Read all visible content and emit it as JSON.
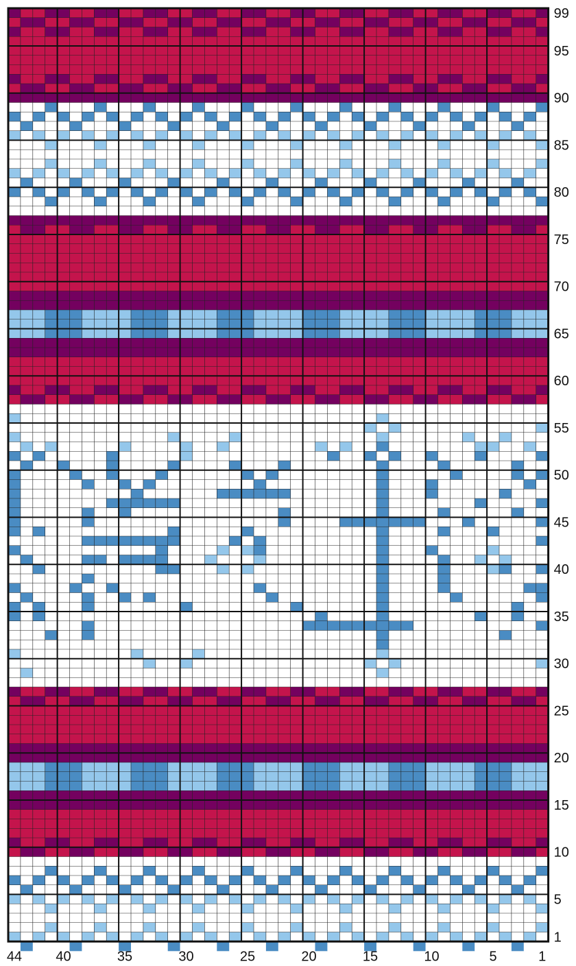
{
  "chart_data": {
    "type": "heatmap",
    "columns": 44,
    "rows": 99,
    "column_numbering": "right-to-left",
    "row_numbering": "bottom-to-top",
    "column_tick_labels": [
      "44",
      "40",
      "35",
      "30",
      "25",
      "20",
      "15",
      "10",
      "5",
      "1"
    ],
    "row_tick_labels": [
      "99",
      "95",
      "90",
      "85",
      "80",
      "75",
      "70",
      "65",
      "60",
      "55",
      "50",
      "45",
      "40",
      "35",
      "30",
      "25",
      "20",
      "15",
      "10",
      "5",
      "1"
    ],
    "thick_line_every": 5,
    "thick_line_anchor": "rows and columns counted from 1",
    "palette": {
      "R": "#c4144c",
      "P": "#74015f",
      "B": "#4a8cc3",
      "L": "#94c7eb",
      "W": "#ffffff"
    },
    "color_names": {
      "R": "raspberry",
      "P": "plum",
      "B": "medium blue",
      "L": "light blue",
      "W": "white"
    },
    "grid_rows_top_to_bottom": [
      "PRRPPRRPPRRPPRRPPRRPPRRPPRRPPRRPPRRPPRRPPRRP",
      "RPPRRPPRRPPRRPPRRPPRRPPRRPPRRPPRRPPRRPPRRPPR",
      "PRRPPRRPPRRPPRRPPRRPPRRPPRRPPRRPPRRPPRRPPRRP",
      "RRRRRRRRRRRRRRRRRRRRRRRRRRRRRRRRRRRRRRRRRRRR",
      "RRRRRRRRRRRRRRRRRRRRRRRRRRRRRRRRRRRRRRRRRRRR",
      "RRRRRRRRRRRRRRRRRRRRRRRRRRRRRRRRRRRRRRRRRRRR",
      "RRRRRRRRRRRRRRRRRRRRRRRRRRRRRRRRRRRRRRRRRRRR",
      "PRRPPRRPPRRPPRRPPRRPPRRPPRRPPRRPPRRPPRRPPRRP",
      "RPPRRPPRRPPRRPPRRPPRRPPRRPPRRPPRRPPRRPPRRPPR",
      "PPPPPPPPPPPPPPPPPPPPPPPPPPPPPPPPPPPPPPPPPPPP",
      "WWWBWWWBWWWBWWWBWWWBWWWBWWWBWWWBWWWBWWWBWWWB",
      "BWBWBWBWBWBWBWBWBWBWBWBWBWBWBWBWBWBWBWBWBWBW",
      "WBWWWBWWWBWWWBWWWBWWWBWWWBWWWBWWWBWWWBWWWBWW",
      "LWLWLWLWLWLWLWLWLWLWLWLWLWLWLWLWLWLWLWLWLWLW",
      "WWWLWWWLWWWLWWWLWWWLWWWLWWWLWWWLWWWLWWWLWWWL",
      "WWWWWWWWWWWWWWWWWWWWWWWWWWWWWWWWWWWWWWWWWWWW",
      "WWWLWWWLWWWLWWWLWWWLWWWLWWWLWWWLWWWLWWWLWWWL",
      "LWLWLWLWLWLWLWLWLWLWLWLWLWLWLWLWLWLWLWLWLWLW",
      "WBWWWBWWWBWWWBWWWBWWWBWWWBWWWBWWWBWWWBWWWBWW",
      "BWBWBWBWBWBWBWBWBWBWBWBWBWBWBWBWBWBWBWBWBWBW",
      "WWWBWWWBWWWBWWWBWWWBWWWBWWWBWWWBWWWBWWWBWWWB",
      "WWWWWWWWWWWWWWWWWWWWWWWWWWWWWWWWWWWWWWWWWWWW",
      "PPPPPPPPPPPPPPPPPPPPPPPPPPPPPPPPPPPPPPPPPPPP",
      "RPPRRPPRRPPRRPPRRPPRRPPRRPPRRPPRRPPRRPPRRPPR",
      "RRRRRRRRRRRRRRRRRRRRRRRRRRRRRRRRRRRRRRRRRRRR",
      "RRRRRRRRRRRRRRRRRRRRRRRRRRRRRRRRRRRRRRRRRRRR",
      "RRRRRRRRRRRRRRRRRRRRRRRRRRRRRRRRRRRRRRRRRRRR",
      "RRRRRRRRRRRRRRRRRRRRRRRRRRRRRRRRRRRRRRRRRRRR",
      "RRRRRRRRRRRRRRRRRRRRRRRRRRRRRRRRRRRRRRRRRRRR",
      "RRRRRRRRRRRRRRRRRRRRRRRRRRRRRRRRRRRRRRRRRRRR",
      "PPPPPPPPPPPPPPPPPPPPPPPPPPPPPPPPPPPPPPPPPPPP",
      "PPPPPPPPPPPPPPPPPPPPPPPPPPPPPPPPPPPPPPPPPPPP",
      "LLLBBBLLLLBBBLLLLBBBLLLLBBBLLLLBBBLLLLBBBLLL",
      "LLLBBBLLLLBBBLLLLBBBLLLLBBBLLLLBBBLLLLBBBLLL",
      "LLLBBBLLLLBBBLLLLBBBLLLLBBBLLLLBBBLLLLBBBLLL",
      "PPPPPPPPPPPPPPPPPPPPPPPPPPPPPPPPPPPPPPPPPPPP",
      "PPPPPPPPPPPPPPPPPPPPPPPPPPPPPPPPPPPPPPPPPPPP",
      "RRRRRRRRRRRRRRRRRRRRRRRRRRRRRRRRRRRRRRRRRRRR",
      "RRRRRRRRRRRRRRRRRRRRRRRRRRRRRRRRRRRRRRRRRRRR",
      "RRRRRRRRRRRRRRRRRRRRRRRRRRRRRRRRRRRRRRRRRRRR",
      "PRRPPRRPPRRPPRRPPRRPPRRPPRRPPRRPPRRPPRRPPRRP",
      "RPPRRPPRRPPRRPPRRPPRRPPRRPPRRPPRRPPRRPPRRPPR",
      "WWWWWWWWWWWWWWWWWWWWWWWWWWWWWWWWWWWWWWWWWWWW",
      "LWWWWWWWWWWWWWWWWWWWWWWWWWWWWWLWWWWWWWWWWWWW",
      "WWWWWWWWWWWWWWWWWWWWWWWWWWWWWLWLWWWWWWWWWWWL",
      "LWWWWWWWWWWWWLWWWWLWWWWWWWWWWWLWWWWWWLWWLWWW",
      "WLWLWWWWWLWWWWLWWLWWWWWWWLWLWWBWWWWWWWLLWWLW",
      "BWBWWWWWBWWWWWLWWWWWWWWWWWBWWBWBWWBWWWBWWWWB",
      "WBWWBWWWBWWWWBWWWWBWWWBWWWWWWWBWWWWBWWWWWBWW",
      "BWWWWBWWBWWWBWWWWWWBWBWWWWWWWWBWWWWWBWWWWBWB",
      "BWWWWWBWWBWBWWWWWWWWBWWWWWWWWWBWWWBWWWWWWWBW",
      "BWWWWWWWWWBWWWWWWBBBBBBWWWWWWWBWWWBWWWWWBWWW",
      "BWWWWWWWBBBBBBWWWWWWWWWWWWWWWWBWWWWWWWBWWWWB",
      "BWWWWWBWWBWWWWWWWWWWWWBWWWWWWWBWWWWBWWWWWBWW",
      "BWWWWWBWWWWWWWWWWWWWWWBWWWWBBBBBBBWWWBWWWWWB",
      "BWBWWWWWWWWWWBWWWWWBWWWWWWWWWWBWWWWBWWWBWWWW",
      "WWWWWWBBBBBBBBWWWWBWBWWWWWWWWWBWWWWWWWWWWWWB",
      "BWWWWWWWWWWWBWWWWLWLBWWWWWWWWWBWWWBWWWWLWWWW",
      "WBWWWWBBWBBBBWWWLWWWLWWWWWWWWWBWWWWBWWLWLWWW",
      "WWBWWWWWWWWWBBWWWLWLWWWWWWWWWWBWWWWBWWWLBWWB",
      "WWWWWWBWWWWWWWWWWWWWWWWWWWWWWWBWWWWBWWWWWWWW",
      "BWWWWBWWBWWWWWWWWWWWBWWWWWWWWWBWWWWBWWWWWWBB",
      "WBWWWWBWWBWBWWWWWWWWWBWWWWWWWWBWWWWWBWWWWWWB",
      "BWBWWWBWWWWWWWBWWWWWWWWBWWWWWWBWWWWWWWWWWBWW",
      "BWBWWWWWWWWWWWWWWWWWWWWWWBWWWWBWWWWWWWBWWBWW",
      "WWWWWWBWWWWWWWWWWWWWWWWWBBBBBBBBBWWWWWWWWWWB",
      "WWWBWWBWWWWWWWWWWWWWWWWWWWWWWWBWWWWWWWWWBWWW",
      "WWWWWWWWWWWWWWWWWWWWWWWWWWWWWWBWWWWWWWWWWWWW",
      "LWWWWWWWWWLWWWWLWWWWWWWWWWWWWWLWWWWWWWWWWWWW",
      "WWWWWWWWWWWLWWLWWWWWWWWWWWWWWLWLWWWWWWWWWWWL",
      "WLWWWWWWWWWWWWWWWWWWWWWWWWWWWWLWWWWWWWWWWWWW",
      "WWWWWWWWWWWWWWWWWWWWWWWWWWWWWWWWWWWWWWWWWWWW",
      "PRRPPRRPPRRPPRRPPRRPPRRPPRRPPRRPPRRPPRRPPRRP",
      "RPPRRPPRRPPRRPPRRPPRRPPRRPPRRPPRRPPRRPPRRPPR",
      "RRRRRRRRRRRRRRRRRRRRRRRRRRRRRRRRRRRRRRRRRRRR",
      "RRRRRRRRRRRRRRRRRRRRRRRRRRRRRRRRRRRRRRRRRRRR",
      "RRRRRRRRRRRRRRRRRRRRRRRRRRRRRRRRRRRRRRRRRRRR",
      "RRRRRRRRRRRRRRRRRRRRRRRRRRRRRRRRRRRRRRRRRRRR",
      "PPPPPPPPPPPPPPPPPPPPPPPPPPPPPPPPPPPPPPPPPPPP",
      "PPPPPPPPPPPPPPPPPPPPPPPPPPPPPPPPPPPPPPPPPPPP",
      "LLLBBBLLLLBBBLLLLBBBLLLLBBBLLLLBBBLLLLBBBLLL",
      "LLLBBBLLLLBBBLLLLBBBLLLLBBBLLLLBBBLLLLBBBLLL",
      "LLLBBBLLLLBBBLLLLBBBLLLLBBBLLLLBBBLLLLBBBLLL",
      "PPPPPPPPPPPPPPPPPPPPPPPPPPPPPPPPPPPPPPPPPPPP",
      "PPPPPPPPPPPPPPPPPPPPPPPPPPPPPPPPPPPPPPPPPPPP",
      "RRRRRRRRRRRRRRRRRRRRRRRRRRRRRRRRRRRRRRRRRRRR",
      "RRRRRRRRRRRRRRRRRRRRRRRRRRRRRRRRRRRRRRRRRRRR",
      "RRRRRRRRRRRRRRRRRRRRRRRRRRRRRRRRRRRRRRRRRRRR",
      "PRRPPRRPPRRPPRRPPRRPPRRPPRRPPRRPPRRPPRRPPRRP",
      "RPPRRPPRRPPRRPPRRPPRRPPRRPPRRPPRRPPRRPPRRPPR",
      "WWWWWWWWWWWWWWWWWWWWWWWWWWWWWWWWWWWWWWWWWWWW",
      "WWWBWWWBWWWBWWWBWWWBWWWBWWWBWWWBWWWBWWWBWWWB",
      "BWBWBWBWBWBWBWBWBWBWBWBWBWBWBWBWBWBWBWBWBWBW",
      "WBWWWBWWWBWWWBWWWBWWWBWWWBWWWBWWWBWWWBWWWBWW",
      "LWLWLWLWLWLWLWLWLWLWLWLWLWLWLWLWLWLWLWLWLWLW",
      "WWWLWWWLWWWLWWWLWWWLWWWLWWWLWWWLWWWLWWWLWWWL",
      "WWWWWWWWWWWWWWWWWWWWWWWWWWWWWWWWWWWWWWWWWWWW",
      "WWWLWWWLWWWLWWWLWWWLWWWLWWWLWWWLWWWLWWWLWWWL",
      "LWLWLWLWLWLWLWLWLWLWLWLWLWLWLWLWLWLWLWLWLWLW",
      "WBWWWBWWWBWWWBWWWBWWWBWWWBWWWBWWWBWWWBWWWBWW"
    ]
  }
}
